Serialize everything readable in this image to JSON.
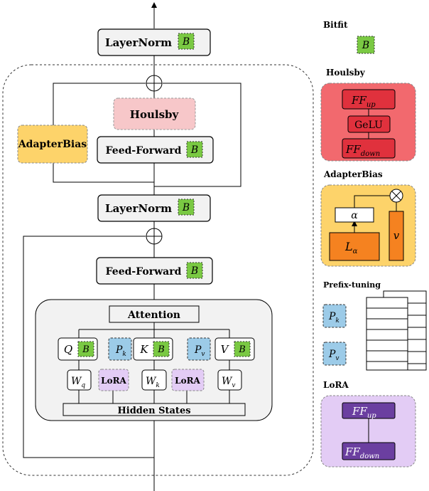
{
  "main": {
    "layernorm_top": "LayerNorm",
    "layernorm_mid": "LayerNorm",
    "houlsby": "Houlsby",
    "adapterbias": "AdapterBias",
    "ff_upper": "Feed-Forward",
    "ff_lower": "Feed-Forward",
    "attention": "Attention",
    "hidden_states": "Hidden States",
    "q": "Q",
    "k": "K",
    "v": "V",
    "pk_main": "P",
    "pk_sub": "k",
    "pv_main": "P",
    "pv_sub": "v",
    "wq_main": "W",
    "wq_sub": "q",
    "wk_main": "W",
    "wk_sub": "k",
    "wv_main": "W",
    "wv_sub": "v",
    "lora_left": "LoRA",
    "lora_right": "LoRA",
    "bias_symbol": "B"
  },
  "legend": {
    "bitfit_title": "Bitfit",
    "bitfit_symbol": "B",
    "houlsby_title": "Houlsby",
    "ff_up_main": "FF",
    "ff_up_sub": "up",
    "gelu": "GeLU",
    "ff_down_main": "FF",
    "ff_down_sub": "down",
    "adapterbias_title": "AdapterBias",
    "alpha": "α",
    "l_main": "L",
    "l_sub": "α",
    "v": "v",
    "prefix_title": "Prefix-tuning",
    "pk_main": "P",
    "pk_sub": "k",
    "pv_main": "P",
    "pv_sub": "v",
    "lora_title": "LoRA",
    "lora_up_main": "FF",
    "lora_up_sub": "up",
    "lora_down_main": "FF",
    "lora_down_sub": "down"
  },
  "colors": {
    "bias_green": "#7ac943",
    "houlsby_pink": "#f7c7c9",
    "houlsby_bg": "#f2696e",
    "houlsby_box": "#e0313d",
    "adapter_yellow": "#fdd36a",
    "adapter_orange": "#f58220",
    "prefix_blue": "#9ccbe8",
    "lora_lilac": "#e3ccf5",
    "lora_purple": "#6b3fa0",
    "panel_grey": "#f2f2f2"
  }
}
